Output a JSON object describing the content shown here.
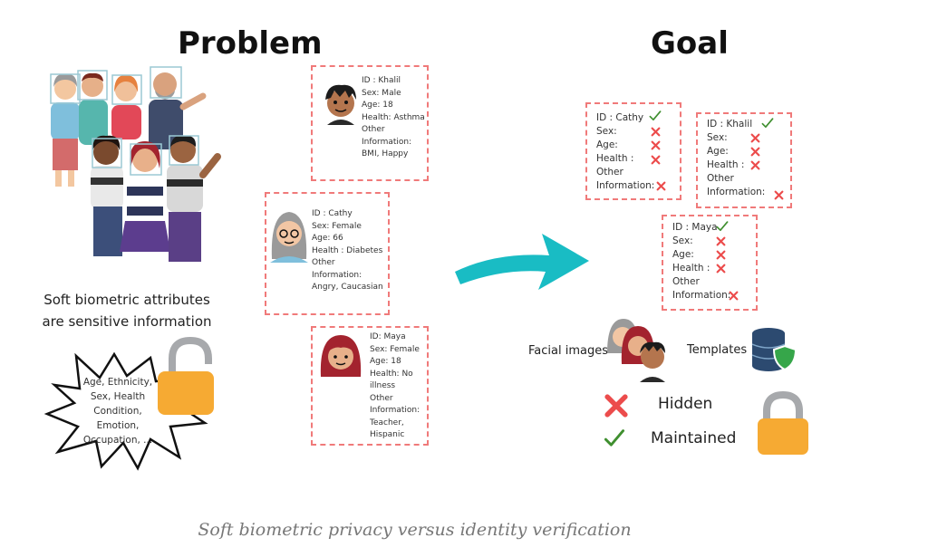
{
  "problem": {
    "title": "Problem",
    "soft_text_line1": "Soft biometric attributes",
    "soft_text_line2": "are sensitive information",
    "burst_lines": [
      "Age, Ethnicity,",
      "Sex, Health",
      "Condition,",
      "Emotion,",
      "Occupation, ..."
    ],
    "cards": [
      {
        "lines": "ID : Khalil\nSex: Male\nAge: 18\nHealth: Asthma\nOther\nInformation:\nBMI, Happy"
      },
      {
        "lines": "ID : Cathy\nSex: Female\nAge: 66\nHealth : Diabetes\nOther\nInformation:\nAngry, Caucasian"
      },
      {
        "lines": "ID: Maya\nSex: Female\nAge: 18\nHealth: No\nillness\nOther\nInformation:\nTeacher,\nHispanic"
      }
    ]
  },
  "goal": {
    "title": "Goal",
    "cathy": {
      "id": "ID :  Cathy",
      "sex": "Sex:",
      "age": "Age:",
      "health": "Health :",
      "other": "Other",
      "info": "Information:"
    },
    "khalil": {
      "id": "ID :  Khalil",
      "sex": "Sex:",
      "age": "Age:",
      "health": "Health :",
      "other": "Other",
      "info": "Information:"
    },
    "maya": {
      "id": "ID :  Maya",
      "sex": "Sex:",
      "age": "Age:",
      "health": "Health :",
      "other": "Other",
      "info": "Information:"
    },
    "facial_images": "Facial images",
    "templates": "Templates",
    "hidden": "Hidden",
    "maintained": "Maintained"
  },
  "caption": "Soft biometric privacy versus identity verification",
  "colors": {
    "dashed_border": "#f07a7a",
    "cross": "#ec4c4c",
    "check": "#3f8f2f",
    "lock_body": "#f6aa33",
    "lock_shackle": "#a7a9ac",
    "arrow": "#19bcc4",
    "database": "#2c4a70",
    "shield": "#36a64a"
  }
}
